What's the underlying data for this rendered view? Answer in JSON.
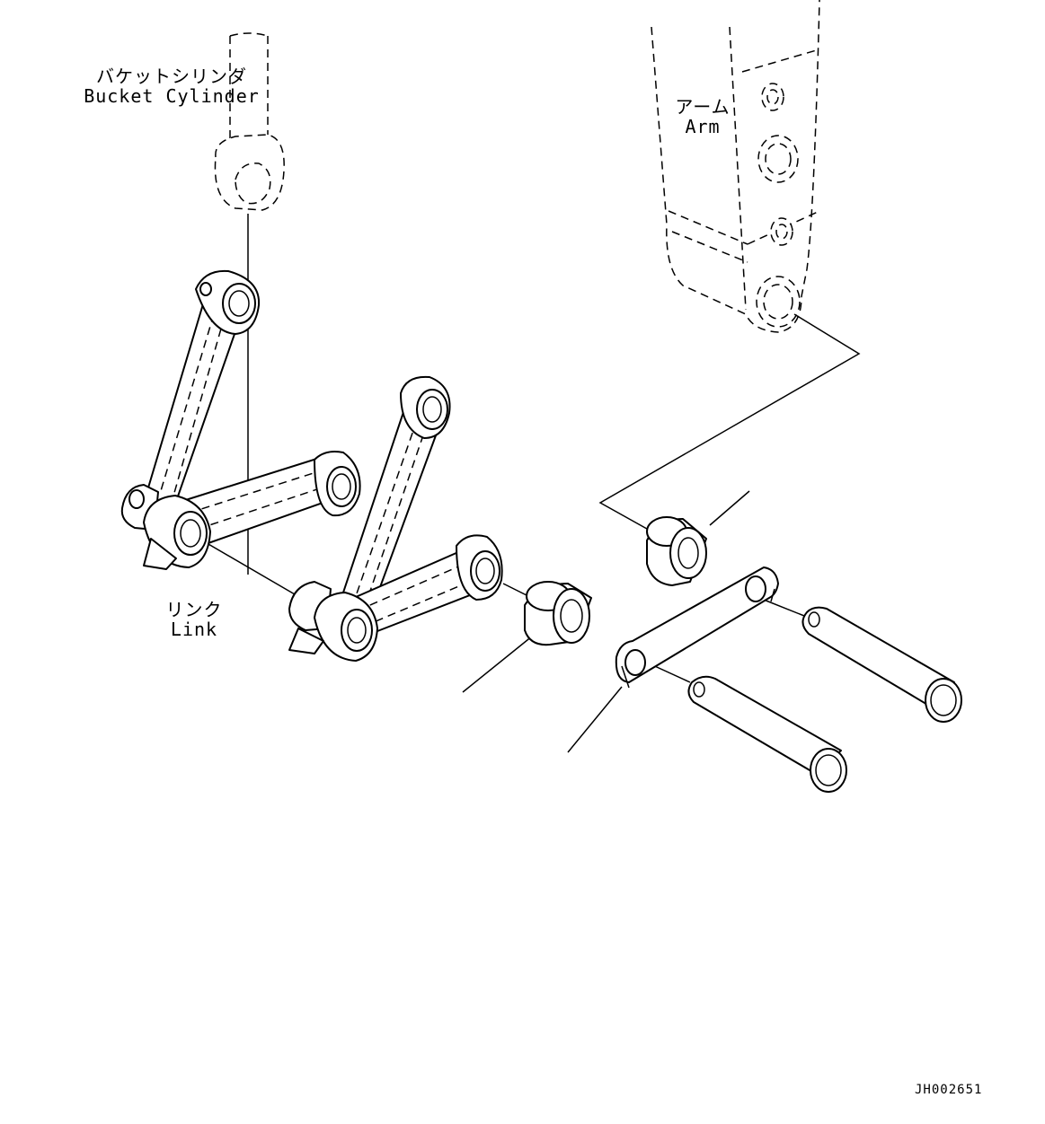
{
  "labels": {
    "bucket_cylinder_jp": "バケットシリンダ",
    "bucket_cylinder_en": "Bucket Cylinder",
    "arm_jp": "アーム",
    "arm_en": "Arm",
    "link_jp": "リンク",
    "link_en": "Link"
  },
  "drawing_code": "JH002651"
}
